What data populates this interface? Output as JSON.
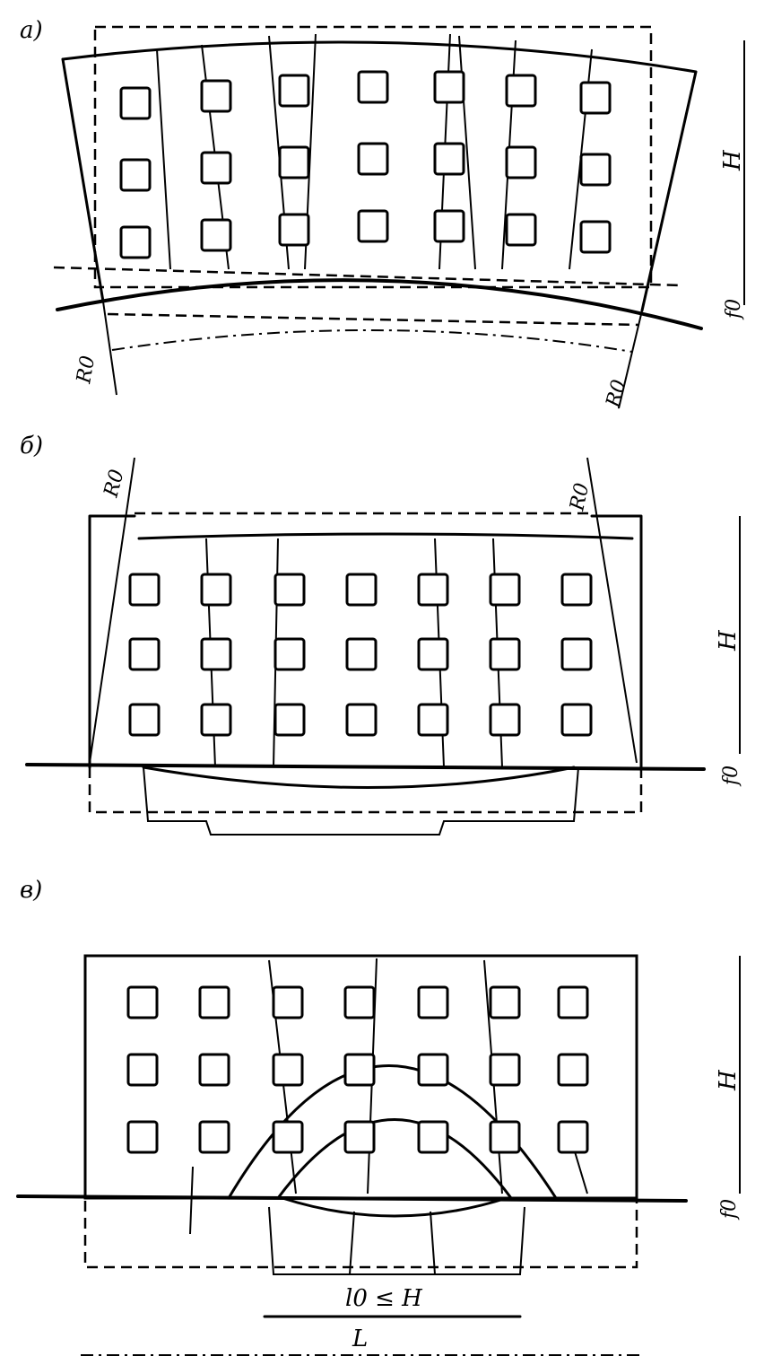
{
  "panels": [
    {
      "label": "а)",
      "height_label": "H",
      "settlement_label": "f0",
      "radius_left": "R0",
      "radius_right": "R0"
    },
    {
      "label": "б)",
      "height_label": "H",
      "settlement_label": "f0",
      "radius_left": "R0",
      "radius_right": "R0"
    },
    {
      "label": "в)",
      "height_label": "H",
      "settlement_label": "f0",
      "span_label": "l0 ≤ H",
      "length_label": "L"
    }
  ],
  "colors": {
    "ink": "#000000",
    "paper": "#ffffff"
  }
}
